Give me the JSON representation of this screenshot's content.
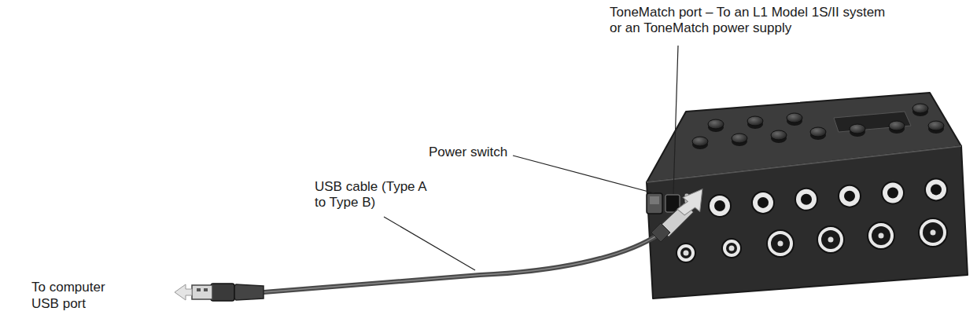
{
  "diagram": {
    "labels": [
      "ToneMatch port – To an L1 Model 1S/II system or an ToneMatch power supply",
      "Power switch",
      "USB cable (Type A to Type B)",
      "To computer USB port"
    ]
  }
}
